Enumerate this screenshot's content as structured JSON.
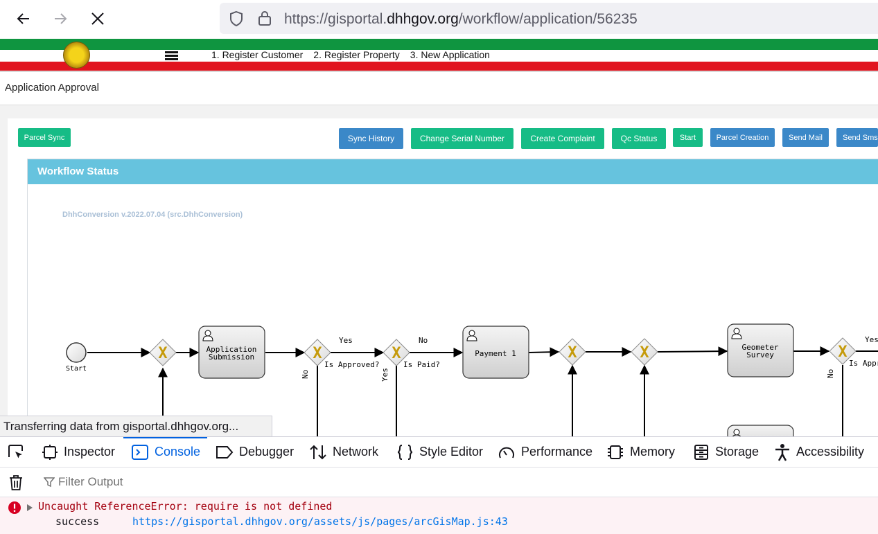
{
  "browser": {
    "url_prefix": "https://gisportal.",
    "url_domain": "dhhgov.org",
    "url_path": "/workflow/application/56235"
  },
  "header": {
    "nav_links": [
      "1. Register Customer",
      "2. Register Property",
      "3. New Application"
    ]
  },
  "page": {
    "title": "Application Approval"
  },
  "actions": {
    "parcel_sync": "Parcel Sync",
    "sync_history": "Sync History",
    "change_serial_number": "Change Serial Number",
    "create_complaint": "Create Complaint",
    "qc_status": "Qc Status",
    "start": "Start",
    "parcel_creation": "Parcel Creation",
    "send_mail": "Send Mail",
    "send_sms": "Send Sms"
  },
  "workflow": {
    "header": "Workflow Status",
    "version": "DhhConversion v.2022.07.04 (src.DhhConversion)",
    "start_label": "Start",
    "tasks": {
      "application_submission": [
        "Application",
        "Submission"
      ],
      "payment": "Payment 1",
      "geometer_survey": [
        "Geometer",
        "Survey"
      ]
    },
    "gateways": {
      "is_approved": "Is Approved?",
      "is_paid": "Is Paid?",
      "is_approved_2": "Is Appr"
    },
    "flow_labels": {
      "yes": "Yes",
      "no": "No"
    }
  },
  "status_bar": {
    "text": "Transferring data from gisportal.dhhgov.org..."
  },
  "devtools": {
    "tabs": [
      "Inspector",
      "Console",
      "Debugger",
      "Network",
      "Style Editor",
      "Performance",
      "Memory",
      "Storage",
      "Accessibility"
    ],
    "active_tab": "Console",
    "filter_placeholder": "Filter Output",
    "error": {
      "message": "Uncaught ReferenceError: require is not defined",
      "frame_function": "success",
      "frame_url": "https://gisportal.dhhgov.org/assets/js/pages/arcGisMap.js:43"
    }
  },
  "colors": {
    "accent_green": "#16bc86",
    "accent_blue": "#3b88c8",
    "workflow_header": "#66c3de",
    "flag_green": "#0f9540",
    "flag_red": "#e1141f",
    "error_red": "#a4000f"
  }
}
